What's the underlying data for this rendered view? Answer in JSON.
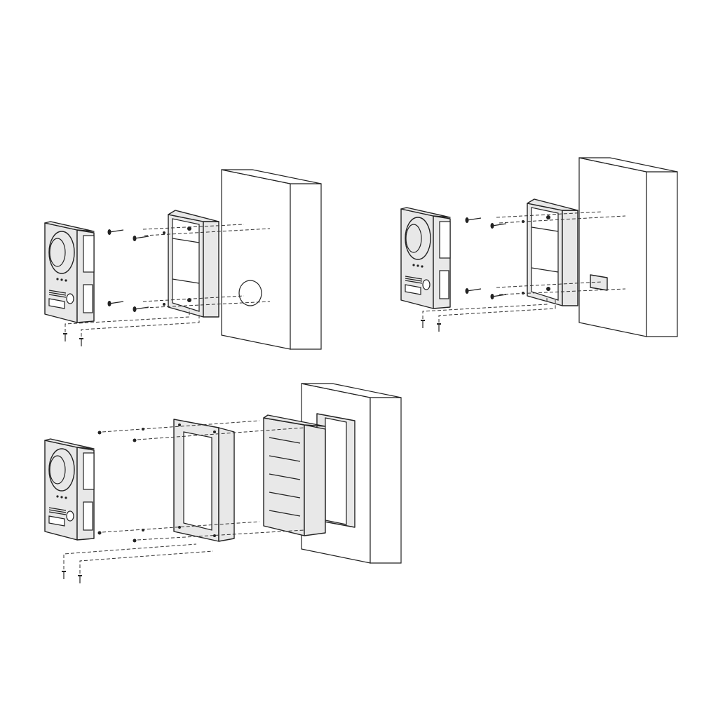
{
  "diagram": {
    "panels": [
      {
        "id": "surface-mount-with-junction-box"
      },
      {
        "id": "surface-mount-with-cable-inlet"
      },
      {
        "id": "flush-mount"
      }
    ],
    "colors": {
      "line": "#222222",
      "fill": "#e8e8e8",
      "background": "#ffffff"
    }
  }
}
